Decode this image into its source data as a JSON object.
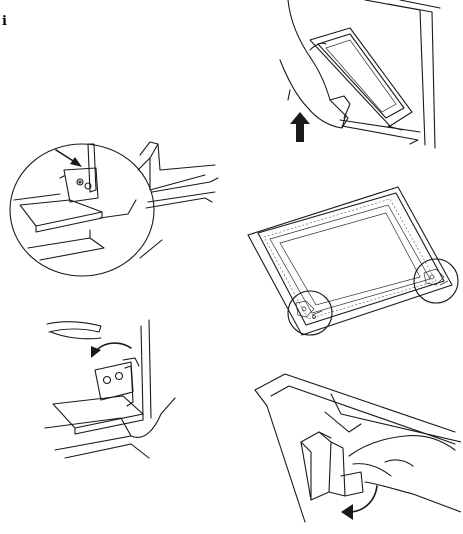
{
  "page": {
    "info_symbol": "i",
    "background": "#ffffff",
    "line_color": "#1a1a1a"
  },
  "illustrations": [
    {
      "id": "hinge-lever-pointer",
      "icon": "arrow-icon"
    },
    {
      "id": "door-lift-up",
      "icon": "up-arrow-icon"
    },
    {
      "id": "hinge-lever-rotate",
      "icon": "curved-arrow-icon"
    },
    {
      "id": "door-glass-panel",
      "icon": "clip-icon"
    },
    {
      "id": "door-trim-release",
      "icon": "curved-arrow-icon"
    }
  ]
}
